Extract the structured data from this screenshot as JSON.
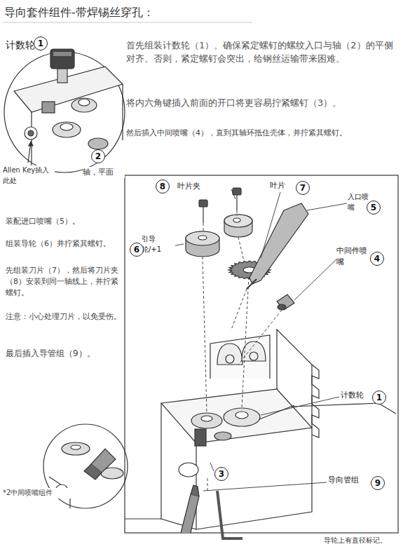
{
  "diagram": {
    "title": "导向套件组件-带焊锡丝穿孔：",
    "nodes": [
      {
        "text": [
          "1"
        ]
      },
      {
        "text": [
          "2"
        ]
      },
      {
        "text": [
          "8"
        ]
      },
      {
        "text": [
          "7"
        ]
      },
      {
        "text": [
          "5"
        ]
      },
      {
        "text": [
          "6"
        ]
      },
      {
        "text": [
          "4"
        ]
      },
      {
        "text": [
          "1"
        ]
      },
      {
        "text": [
          "3"
        ]
      },
      {
        "text": [
          "9"
        ]
      }
    ],
    "labels": [
      "计数轮",
      "首先组装计数轮（1）。确保紧定螺钉的螺纹入口与轴（2）的平侧对齐。否则，紧定螺钉会突出，给钢丝运输带来困难。",
      "将内六角键插入前面的开口将更容易拧紧螺钉（3）。",
      "然后插入中间喷嘴（4），直到其轴环抵住壳体，并拧紧其螺钉。",
      "Allen Key插入此处",
      "轴，平面",
      "叶片夹",
      "叶片",
      "入口喷嘴",
      "引导轮/+1",
      "装配进口喷嘴（5）。",
      "中间件喷嘴",
      "组装导轮（6）并拧紧其螺钉。",
      "先组装刀片（7），然后将刀片夹（8）安装到同一轴线上，并拧紧螺钉。",
      "注意：小心处理刀片，以免受伤。",
      "最后插入导管组（9）。",
      "计数轮",
      "导向管组",
      "*2中间喷嘴组件",
      "导轮上有直径标记。"
    ]
  }
}
